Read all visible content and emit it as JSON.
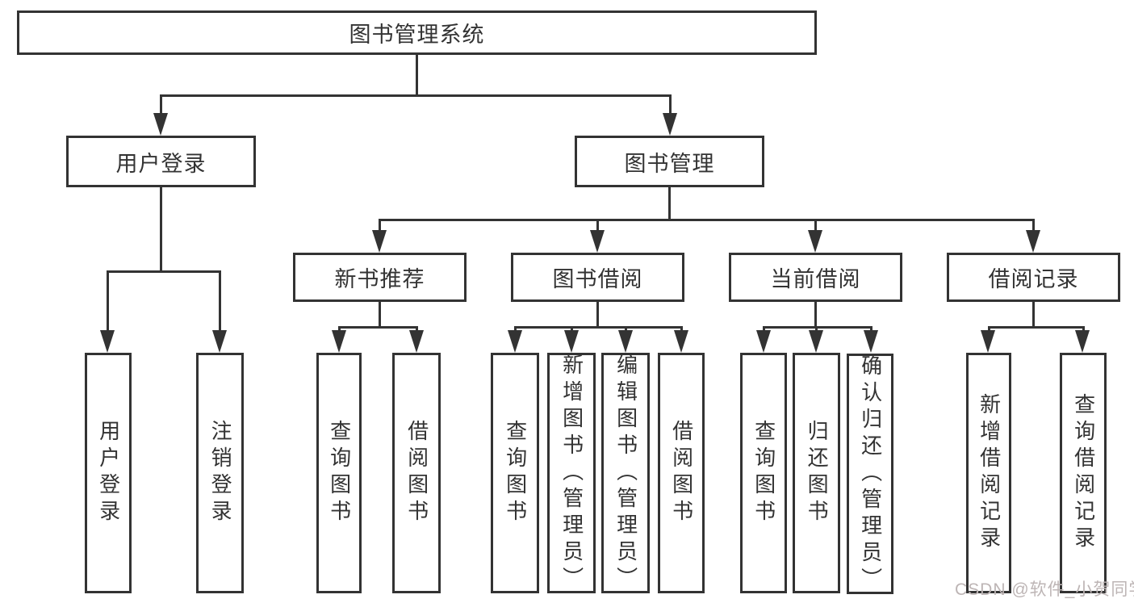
{
  "diagram_title": "图书管理系统",
  "colors": {
    "line": "#333333",
    "box_border": "#333333",
    "text": "#333333",
    "background": "#ffffff",
    "watermark": "#bdb5b5"
  },
  "tree": {
    "root": {
      "label": "图书管理系统"
    },
    "level2": [
      {
        "label": "用户登录",
        "children": [
          {
            "label": "用户登录"
          },
          {
            "label": "注销登录"
          }
        ]
      },
      {
        "label": "图书管理",
        "children": [
          {
            "label": "新书推荐",
            "children": [
              {
                "label": "查询图书"
              },
              {
                "label": "借阅图书"
              }
            ]
          },
          {
            "label": "图书借阅",
            "children": [
              {
                "label": "查询图书"
              },
              {
                "label": "新增图书（管理员）"
              },
              {
                "label": "编辑图书（管理员）"
              },
              {
                "label": "借阅图书"
              }
            ]
          },
          {
            "label": "当前借阅",
            "children": [
              {
                "label": "查询图书"
              },
              {
                "label": "归还图书"
              },
              {
                "label": "确认归还（管理员）"
              }
            ]
          },
          {
            "label": "借阅记录",
            "children": [
              {
                "label": "新增借阅记录"
              },
              {
                "label": "查询借阅记录"
              }
            ]
          }
        ]
      }
    ]
  },
  "watermark": {
    "text": "CSDN @软件_小贺同学"
  }
}
